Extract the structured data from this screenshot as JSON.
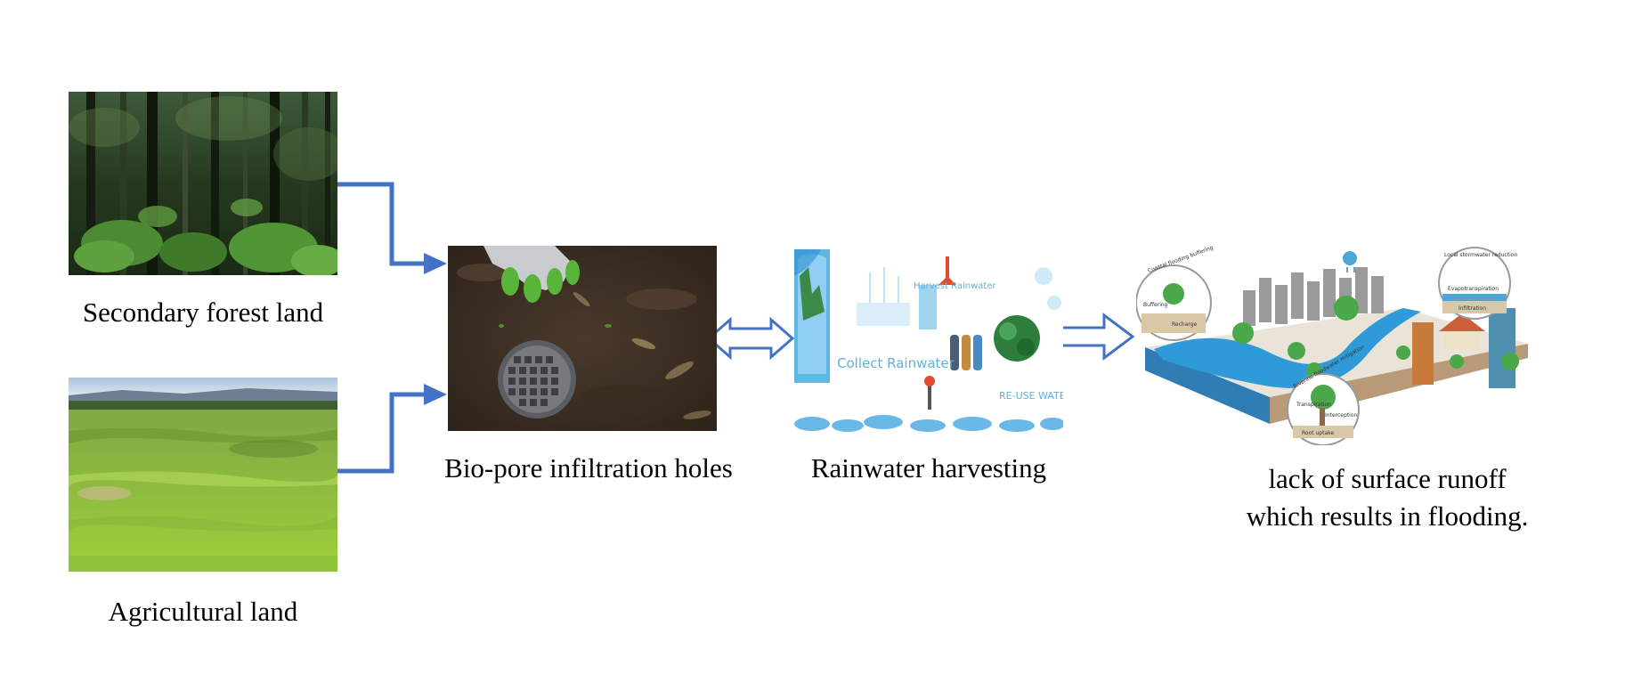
{
  "nodes": {
    "forest": {
      "label": "Secondary forest land",
      "icon": "forest-photo"
    },
    "agriculture": {
      "label": "Agricultural land",
      "icon": "grassland-photo"
    },
    "biopore": {
      "label": "Bio-pore infiltration holes",
      "icon": "biopore-hole-photo"
    },
    "rainwater": {
      "label": "Rainwater harvesting",
      "icon": "rainwater-harvesting-illustration",
      "image_text": {
        "collect": "Collect Rainwater",
        "harvest": "Harvest Rainwater",
        "reuse": "RE-USE WATER"
      }
    },
    "flooding": {
      "label_line1": "lack of surface runoff",
      "label_line2": "which results in flooding.",
      "icon": "urban-flooding-illustration",
      "image_text": {
        "coastal": "Coastal flooding buffering",
        "buffering": "Buffering",
        "recharge": "Recharge",
        "local": "Local stormwater reduction",
        "evapo": "Evapotranspiration",
        "infiltration": "Infiltration",
        "riverine": "Riverine floodwater mitigation",
        "transpiration": "Transpiration",
        "interception": "Interception",
        "rootuptake": "Root uptake"
      }
    }
  },
  "colors": {
    "connector": "#4472C4",
    "outline_arrow": "#4472C4",
    "text": "#000000"
  }
}
